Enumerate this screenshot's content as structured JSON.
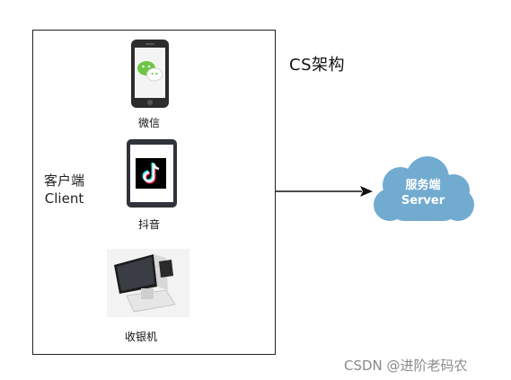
{
  "diagram": {
    "title": "CS架构",
    "client": {
      "label_line1": "客户端",
      "label_line2": "Client",
      "devices": [
        {
          "name": "微信",
          "icon": "phone-wechat-icon"
        },
        {
          "name": "抖音",
          "icon": "tablet-tiktok-icon"
        },
        {
          "name": "收银机",
          "icon": "pos-terminal-icon"
        }
      ]
    },
    "server": {
      "label_line1": "服务端",
      "label_line2": "Server",
      "shape": "cloud"
    }
  },
  "colors": {
    "cloud": "#72abd0",
    "wechat_green": "#6cc644",
    "tiktok_cyan": "#25f4ee",
    "tiktok_red": "#fe2c55"
  },
  "watermark": "CSDN @进阶老码农"
}
